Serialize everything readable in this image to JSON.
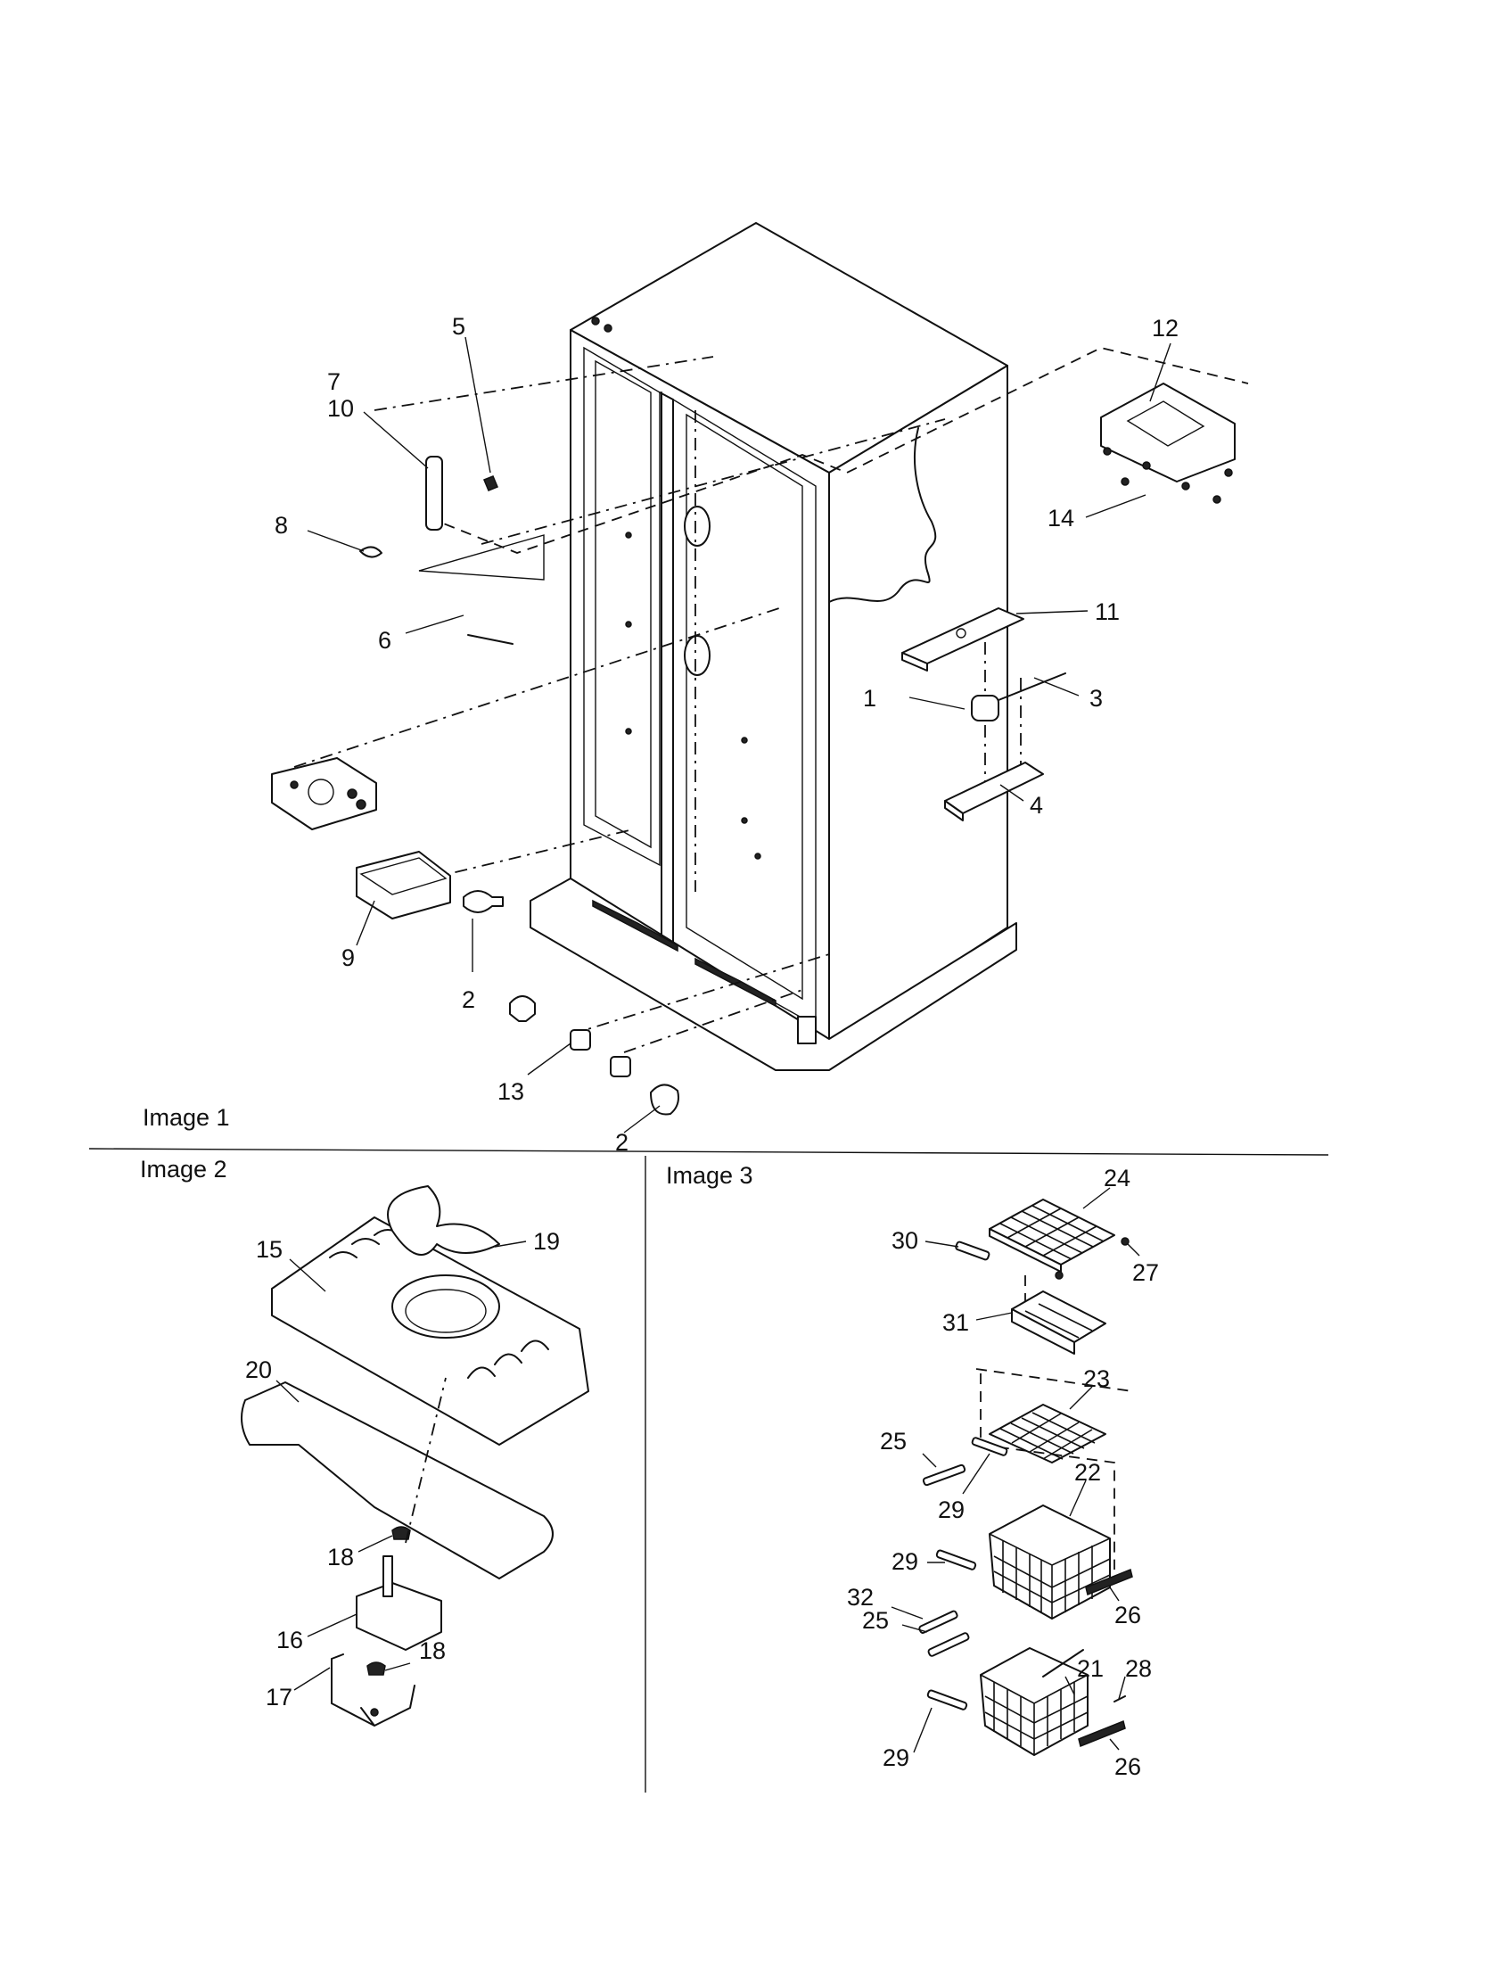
{
  "sections": {
    "image1": "Image 1",
    "image2": "Image 2",
    "image3": "Image 3"
  },
  "callouts": {
    "image1": [
      "1",
      "2",
      "2",
      "3",
      "4",
      "5",
      "6",
      "7",
      "8",
      "9",
      "10",
      "11",
      "12",
      "13",
      "14"
    ],
    "image2": [
      "15",
      "16",
      "17",
      "18",
      "18",
      "19",
      "20"
    ],
    "image3": [
      "21",
      "22",
      "23",
      "24",
      "25",
      "25",
      "26",
      "26",
      "27",
      "28",
      "29",
      "29",
      "29",
      "30",
      "31",
      "32"
    ]
  }
}
